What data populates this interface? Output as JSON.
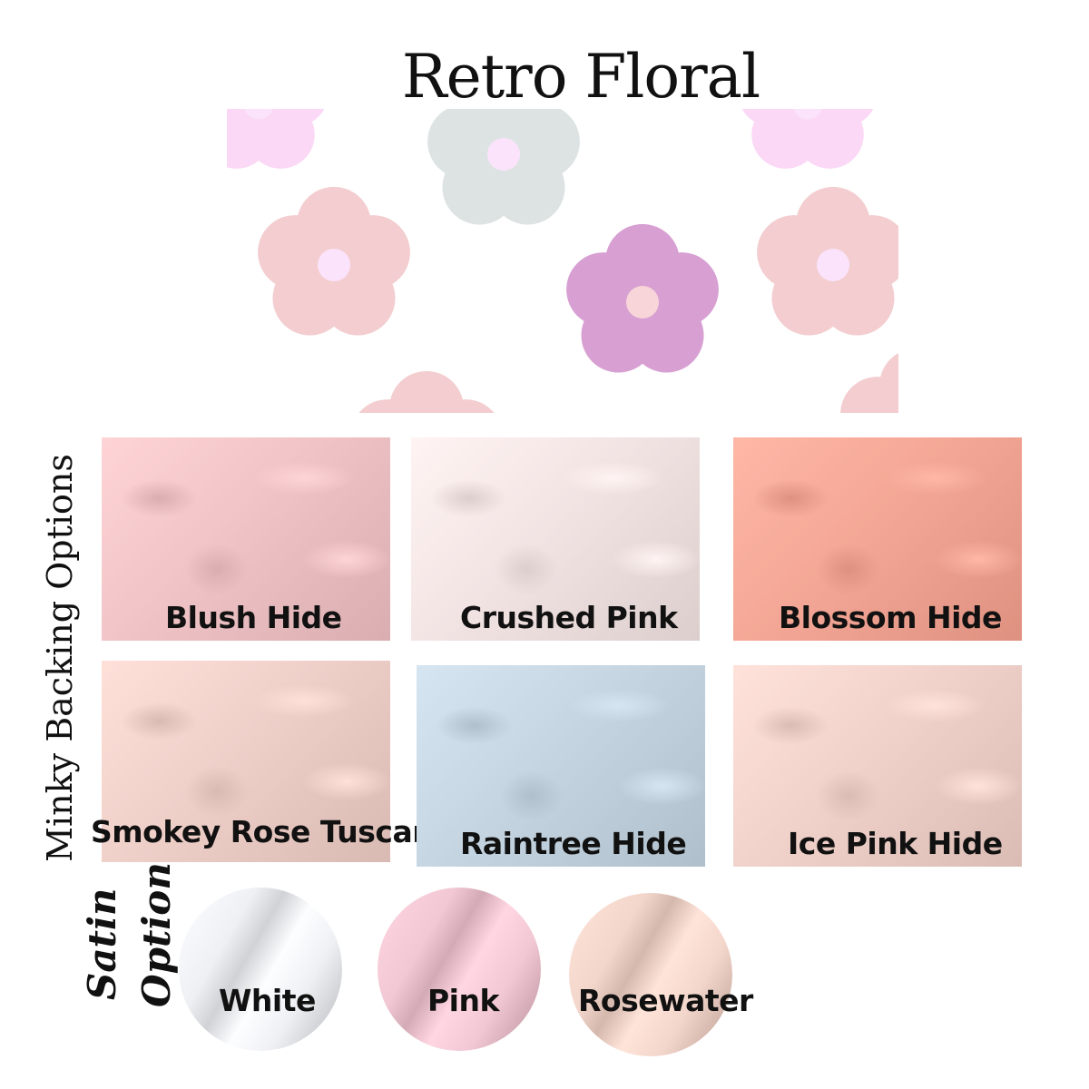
{
  "title": "Retro Floral",
  "minky_heading": "Minky Backing Options",
  "satin_heading": {
    "line1": "Satin",
    "line2": "Option"
  },
  "minky_options": [
    {
      "name": "Blush Hide",
      "color": "#f0c4c6"
    },
    {
      "name": "Crushed Pink",
      "color": "#f2e4e3"
    },
    {
      "name": "Blossom Hide",
      "color": "#f4a796"
    },
    {
      "name": "Smokey Rose Tuscany",
      "color": "#efd0c9"
    },
    {
      "name": "Raintree Hide",
      "color": "#c5d5e1"
    },
    {
      "name": "Ice Pink Hide",
      "color": "#f0d2ca"
    }
  ],
  "satin_options": [
    {
      "name": "White",
      "color": "#eef0f4"
    },
    {
      "name": "Pink",
      "color": "#f1c8d4"
    },
    {
      "name": "Rosewater",
      "color": "#f3d6cb"
    }
  ],
  "print_colors": {
    "pink_flower": "#f3cdcf",
    "lilac_flower": "#fbd8f6",
    "grey_flower": "#dde3e3",
    "purple_flower": "#d79fd2",
    "center_light": "#fbe3fb",
    "center_peach": "#f7d5d9"
  }
}
